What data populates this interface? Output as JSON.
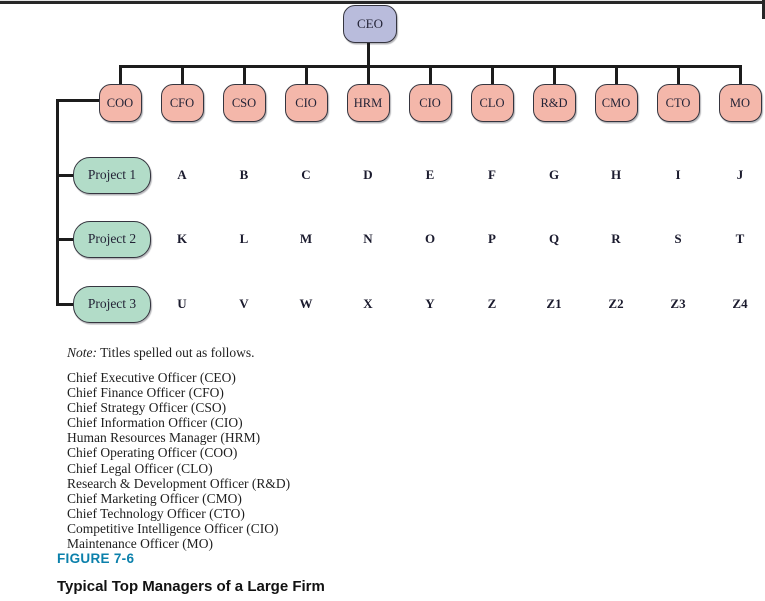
{
  "figure": {
    "label": "FIGURE 7-6",
    "title": "Typical Top Managers of a Large Firm"
  },
  "chart": {
    "root": "CEO",
    "officers": [
      "COO",
      "CFO",
      "CSO",
      "CIO",
      "HRM",
      "CIO",
      "CLO",
      "R&D",
      "CMO",
      "CTO",
      "MO"
    ],
    "projects": [
      {
        "name": "Project 1",
        "members": [
          "A",
          "B",
          "C",
          "D",
          "E",
          "F",
          "G",
          "H",
          "I",
          "J"
        ]
      },
      {
        "name": "Project 2",
        "members": [
          "K",
          "L",
          "M",
          "N",
          "O",
          "P",
          "Q",
          "R",
          "S",
          "T"
        ]
      },
      {
        "name": "Project 3",
        "members": [
          "U",
          "V",
          "W",
          "X",
          "Y",
          "Z",
          "Z1",
          "Z2",
          "Z3",
          "Z4"
        ]
      }
    ]
  },
  "note": {
    "prefix": "Note:",
    "rest": " Titles spelled out as follows.",
    "titles": [
      "Chief Executive Officer (CEO)",
      "Chief Finance Officer (CFO)",
      "Chief Strategy Officer (CSO)",
      "Chief Information Officer (CIO)",
      "Human Resources Manager (HRM)",
      "Chief Operating Officer (COO)",
      "Chief Legal Officer (CLO)",
      "Research & Development Officer (R&D)",
      "Chief Marketing Officer (CMO)",
      "Chief Technology Officer (CTO)",
      "Competitive Intelligence Officer (CIO)",
      "Maintenance Officer (MO)"
    ]
  },
  "colors": {
    "ceo_fill": "#b9bcdc",
    "officer_fill": "#f4b7aa",
    "project_fill": "#b2dcc8",
    "node_border": "#35353f",
    "connector": "#1c1c1c",
    "figure_label": "#0b80ab",
    "box_text": "#232336"
  }
}
